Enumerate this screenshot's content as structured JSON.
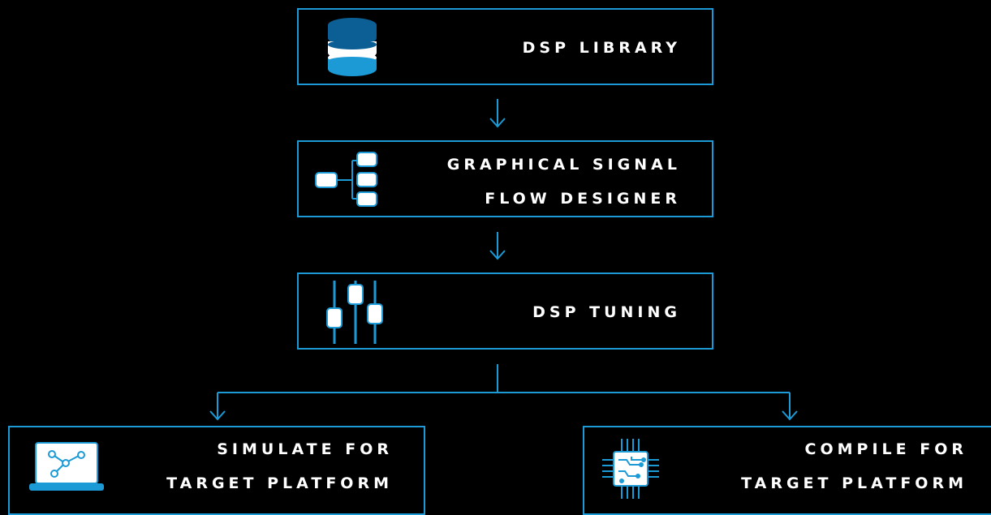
{
  "nodes": {
    "dsp_library": {
      "label": "DSP LIBRARY",
      "icon": "database-icon"
    },
    "signal_flow": {
      "line1": "GRAPHICAL SIGNAL",
      "line2": "FLOW DESIGNER",
      "icon": "signal-flow-icon"
    },
    "dsp_tuning": {
      "label": "DSP TUNING",
      "icon": "sliders-icon"
    },
    "simulate": {
      "line1": "SIMULATE FOR",
      "line2": "TARGET PLATFORM",
      "icon": "laptop-icon"
    },
    "compile": {
      "line1": "COMPILE FOR",
      "line2": "TARGET PLATFORM",
      "icon": "chip-icon"
    }
  },
  "colors": {
    "accent": "#1b9ad6",
    "dark_blue": "#0b5f94",
    "background": "#000000",
    "text": "#ffffff"
  }
}
